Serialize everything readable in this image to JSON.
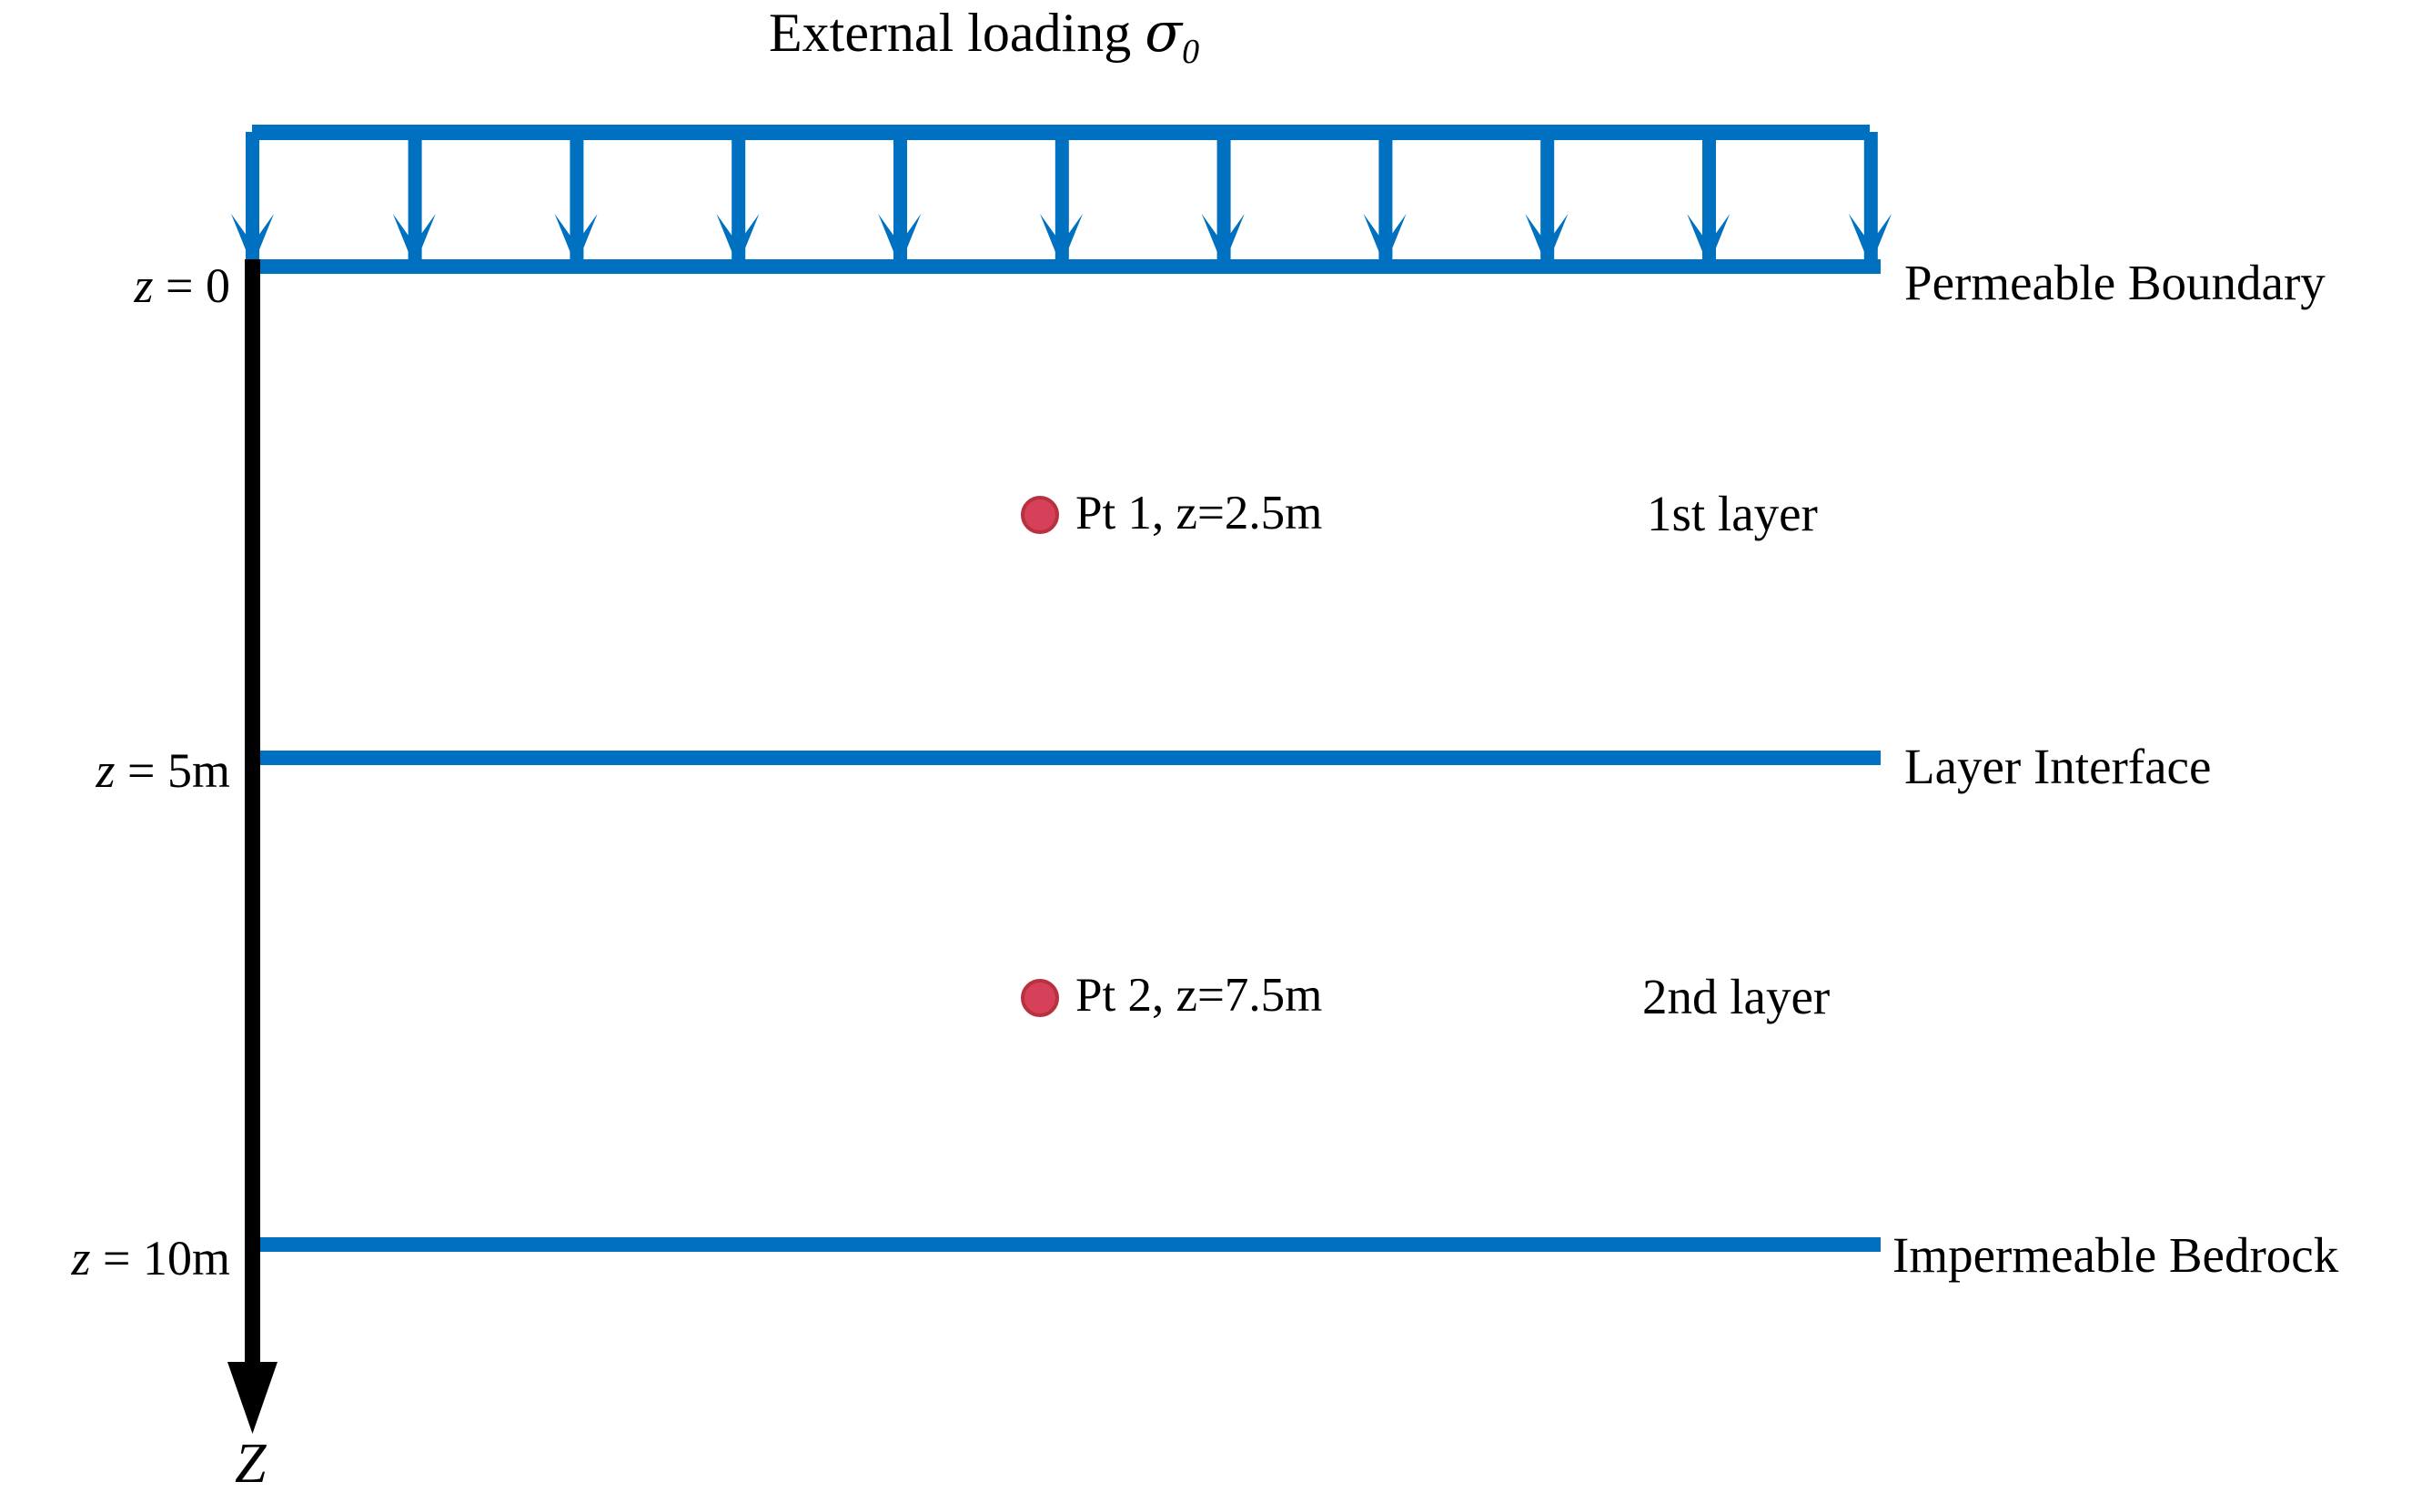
{
  "diagram": {
    "title": {
      "prefix": "External loading ",
      "symbol": "σ",
      "subscript": "0",
      "full": "External loading σ0"
    },
    "axis": {
      "caption": "Z",
      "direction": "downward",
      "origin_label": "z = 0"
    },
    "depth_labels": [
      {
        "name": "z-zero",
        "var": "z",
        "eq": " = ",
        "value": "0"
      },
      {
        "name": "z-five",
        "var": "z",
        "eq": " = ",
        "value": "5m"
      },
      {
        "name": "z-ten",
        "var": "z",
        "eq": " = ",
        "value": "10m"
      }
    ],
    "boundaries": [
      {
        "name": "permeable-boundary",
        "label": "Permeable Boundary",
        "depth": "z = 0"
      },
      {
        "name": "layer-interface",
        "label": "Layer Interface",
        "depth": "z = 5m"
      },
      {
        "name": "impermeable-bedrock",
        "label": "Impermeable Bedrock",
        "depth": "z = 10m"
      }
    ],
    "layers": [
      {
        "name": "first-layer",
        "label": "1st layer",
        "top": "z = 0",
        "bottom": "z = 5m"
      },
      {
        "name": "second-layer",
        "label": "2nd layer",
        "top": "z = 5m",
        "bottom": "z = 10m"
      }
    ],
    "points": [
      {
        "name": "pt-1",
        "label": "Pt 1, z=2.5m",
        "depth_m": 2.5,
        "layer": "1st layer"
      },
      {
        "name": "pt-2",
        "label": "Pt 2, z=7.5m",
        "depth_m": 7.5,
        "layer": "2nd layer"
      }
    ],
    "loading": {
      "arrow_count": 11,
      "description": "Uniform distributed downward load applied at the ground surface"
    },
    "colors": {
      "blue": "#0070C0",
      "red_marker": "#D64159",
      "red_marker_edge": "#B8313F",
      "black": "#000000",
      "background": "#FFFFFF"
    }
  },
  "chart_data": {
    "type": "diagram",
    "title": "External loading σ0",
    "ylabel": "Z",
    "ylim": [
      0,
      10
    ],
    "units": "m",
    "depth_ticks": [
      {
        "value": 0,
        "label": "z = 0"
      },
      {
        "value": 5,
        "label": "z = 5m"
      },
      {
        "value": 10,
        "label": "z = 10m"
      }
    ],
    "horizontal_lines": [
      {
        "depth_m": 0,
        "label": "Permeable Boundary",
        "color": "#0070C0"
      },
      {
        "depth_m": 5,
        "label": "Layer Interface",
        "color": "#0070C0"
      },
      {
        "depth_m": 10,
        "label": "Impermeable Bedrock",
        "color": "#0070C0"
      }
    ],
    "regions": [
      {
        "label": "1st layer",
        "from_m": 0,
        "to_m": 5
      },
      {
        "label": "2nd layer",
        "from_m": 5,
        "to_m": 10
      }
    ],
    "markers": [
      {
        "label": "Pt 1, z=2.5m",
        "depth_m": 2.5,
        "color": "#D64159"
      },
      {
        "label": "Pt 2, z=7.5m",
        "depth_m": 7.5,
        "color": "#D64159"
      }
    ],
    "load_arrows": 11,
    "grid": false,
    "legend": "none"
  }
}
